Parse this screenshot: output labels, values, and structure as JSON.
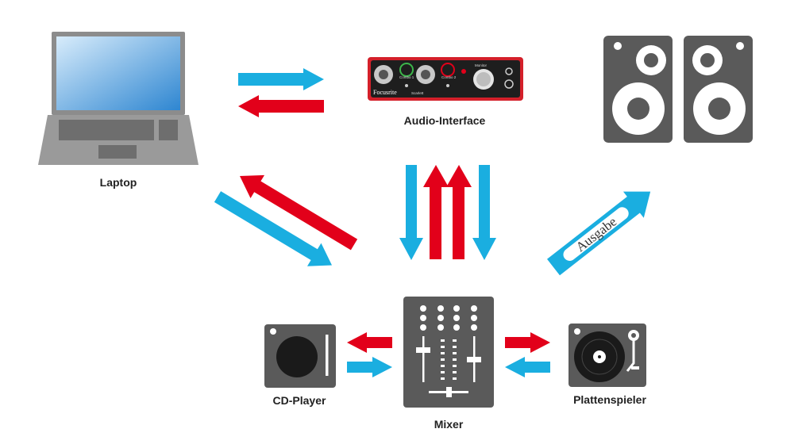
{
  "labels": {
    "laptop": "Laptop",
    "audio_interface": "Audio-Interface",
    "cd_player": "CD-Player",
    "mixer": "Mixer",
    "turntable": "Plattenspieler"
  },
  "interface_text": {
    "brand": "Focusrite",
    "model": "Scarlett",
    "combo1": "Combo 1",
    "combo2": "Combo 2",
    "monitor": "Monitor"
  },
  "output_arrow_label": "Ausgabe",
  "colors": {
    "blue": "#1aaee0",
    "red": "#e2001a",
    "device_gray": "#5a5a5a",
    "laptop_gray": "#8c8c8c",
    "interface_red": "#d4202a",
    "text": "#222222"
  }
}
